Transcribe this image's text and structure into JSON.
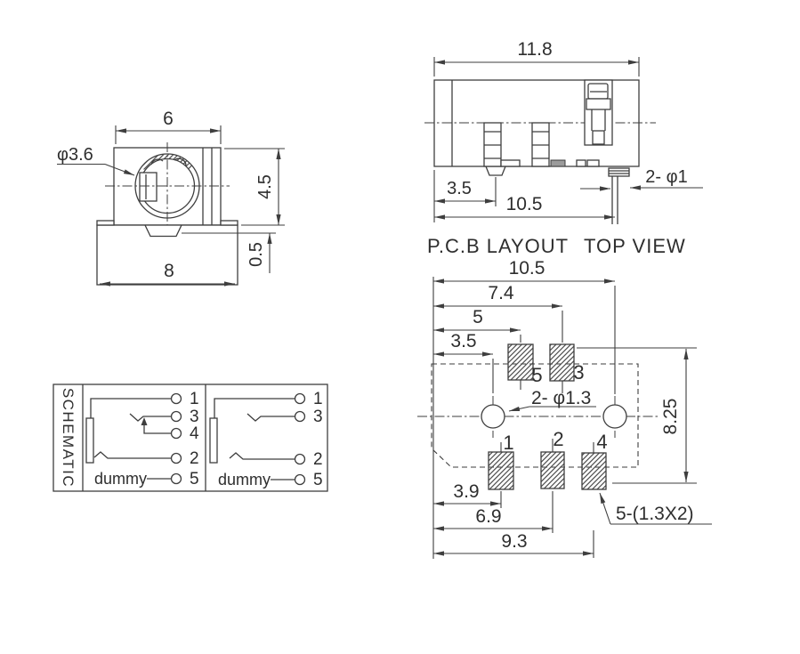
{
  "front_view": {
    "dims": {
      "width_top": "6",
      "hole_dia": "φ3.6",
      "height": "4.5",
      "step": "0.5",
      "width_base": "8"
    }
  },
  "top_view": {
    "dims": {
      "overall_width": "11.8",
      "pin_offset": "3.5",
      "pin_span": "10.5",
      "pin_note": "2- φ1"
    }
  },
  "section_labels": {
    "pcb": "P.C.B LAYOUT",
    "top": "TOP VIEW"
  },
  "pcb_layout": {
    "dims": {
      "d105": "10.5",
      "d74": "7.4",
      "d5": "5",
      "d35": "3.5",
      "d825": "8.25",
      "d39": "3.9",
      "d69": "6.9",
      "d93": "9.3",
      "hole_note": "2- φ1.3",
      "pad_note": "5-(1.3X2)"
    },
    "pad_labels": {
      "p5": "5",
      "p3": "3",
      "p1": "1",
      "p2": "2",
      "p4": "4"
    }
  },
  "schematic": {
    "title": "SCHEMATIC",
    "left": {
      "pins": [
        "1",
        "3",
        "4",
        "2",
        "5"
      ],
      "dummy": "dummy"
    },
    "right": {
      "pins": [
        "1",
        "3",
        "2",
        "5"
      ],
      "dummy": "dummy"
    }
  }
}
